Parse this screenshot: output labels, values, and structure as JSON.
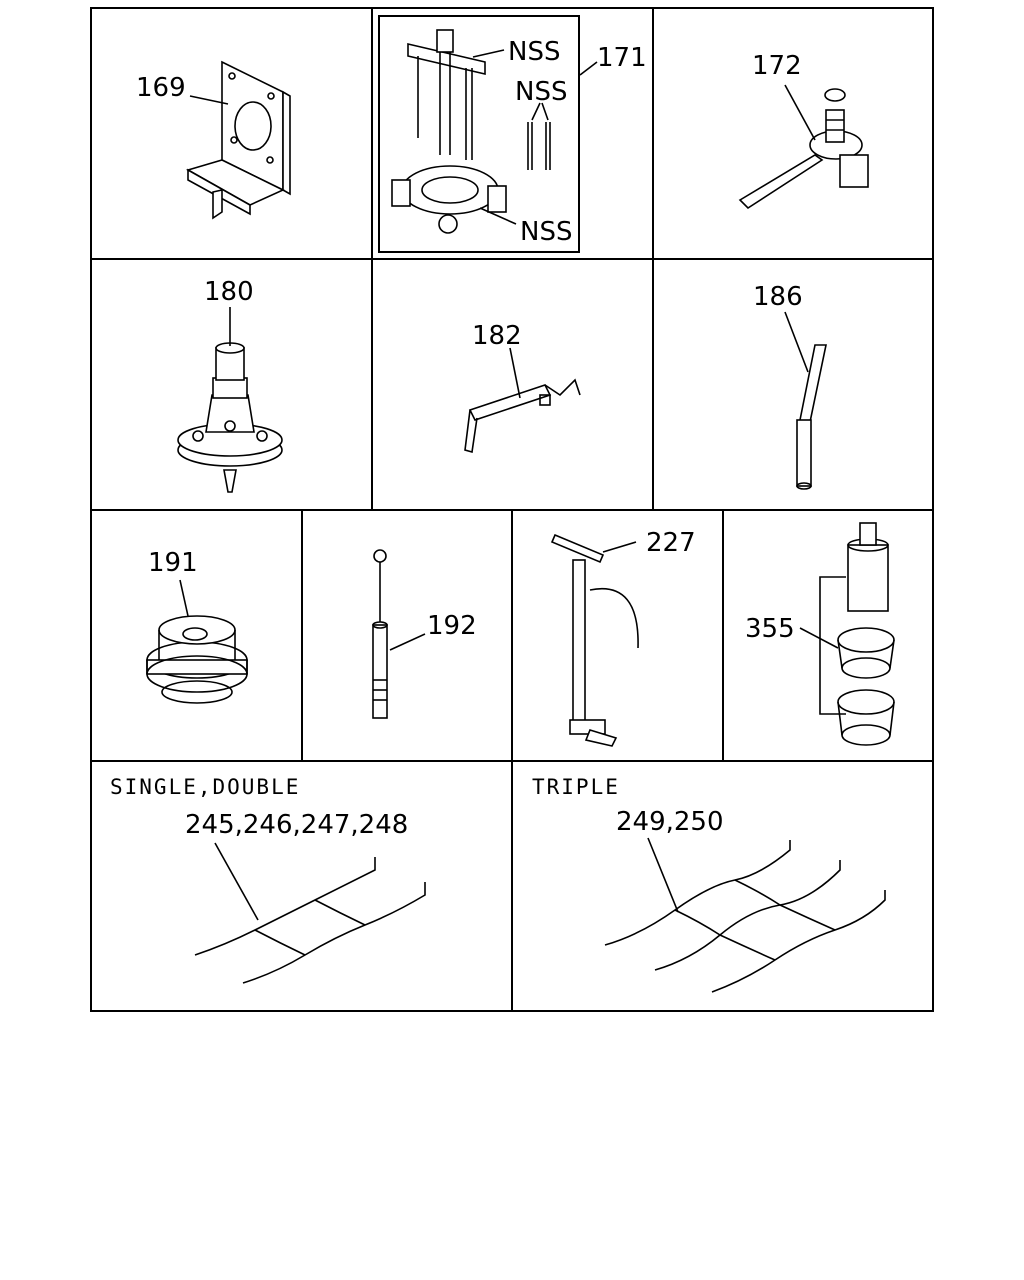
{
  "cells": {
    "c169": {
      "label": "169"
    },
    "c171": {
      "label": "171",
      "nss_top": "NSS",
      "nss_mid": "NSS",
      "nss_bottom": "NSS"
    },
    "c172": {
      "label": "172"
    },
    "c180": {
      "label": "180"
    },
    "c182": {
      "label": "182"
    },
    "c186": {
      "label": "186"
    },
    "c191": {
      "label": "191"
    },
    "c192": {
      "label": "192"
    },
    "c227": {
      "label": "227"
    },
    "c355": {
      "label": "355"
    },
    "chain_single": {
      "header": "SINGLE,DOUBLE",
      "label": "245,246,247,248"
    },
    "chain_triple": {
      "header": "TRIPLE",
      "label": "249,250"
    }
  }
}
